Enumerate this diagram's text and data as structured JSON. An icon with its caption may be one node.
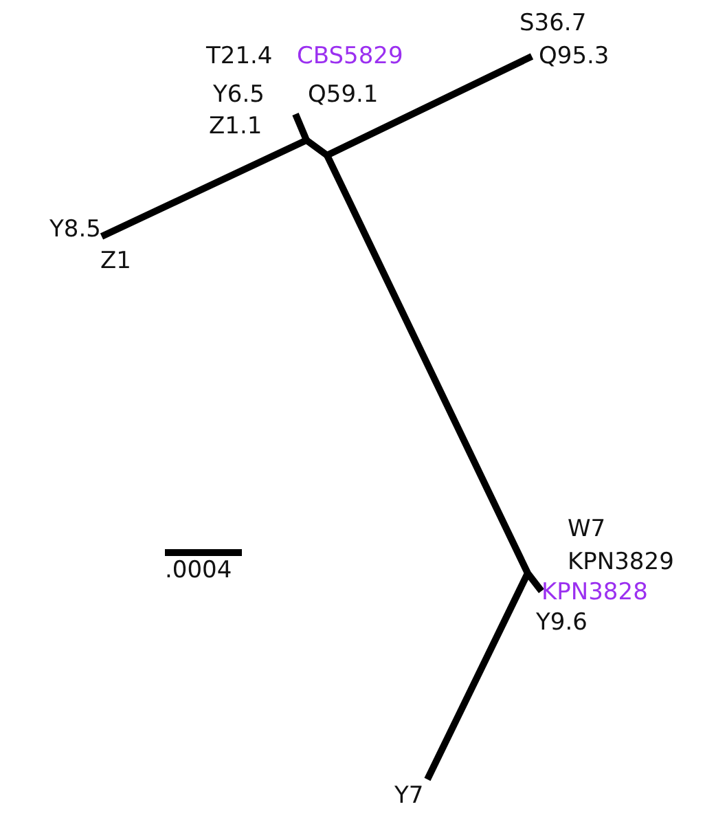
{
  "diagram": {
    "labels": [
      "S36.7",
      "T21.4",
      "CBS5829",
      "Q95.3",
      "Y6.5",
      "Q59.1",
      "Z1.1",
      "Y8.5",
      "Z1",
      "W7",
      ".0004",
      "KPN3829",
      "KPN3828",
      "Y9.6",
      "Y7"
    ]
  }
}
